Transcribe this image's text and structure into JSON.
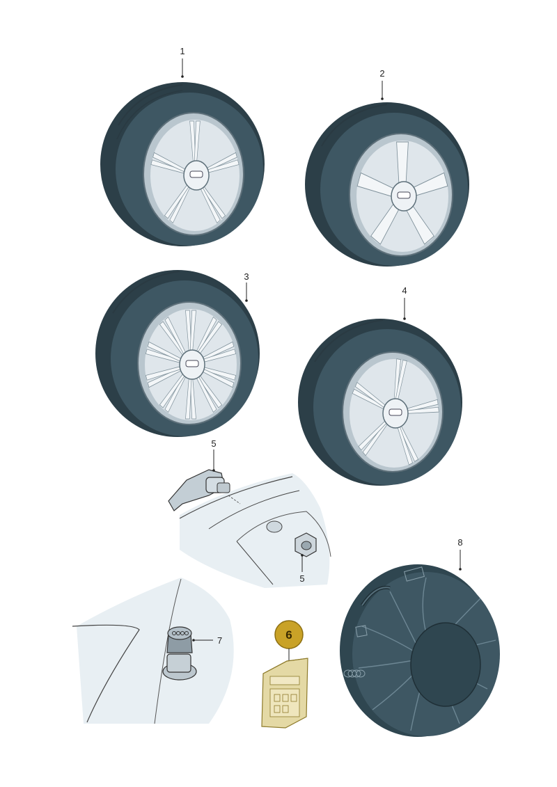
{
  "callouts": {
    "c1": "1",
    "c2": "2",
    "c3": "3",
    "c4": "4",
    "c5a": "5",
    "c5b": "5",
    "c6": "6",
    "c7": "7",
    "c8": "8"
  },
  "colors": {
    "tire": "#3e5763",
    "tire_dark": "#2c3f48",
    "rim": "#e4eaee",
    "rim_shade": "#b9c6ce",
    "badge": "#c9a227",
    "background_shape": "#e8eff3"
  }
}
